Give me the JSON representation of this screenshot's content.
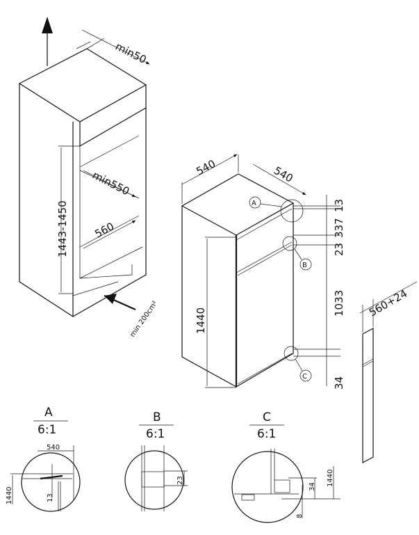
{
  "niche": {
    "vent_top": "min50",
    "depth": "min550",
    "width": "560",
    "height": "1443-1450",
    "vent_bottom": "min 200cm²"
  },
  "appliance": {
    "width": "540",
    "depth": "540",
    "height": "1440",
    "marker_a": "A",
    "marker_b": "B",
    "marker_c": "C",
    "dim_top": "13",
    "dim_upper_door": "337",
    "dim_gap": "23",
    "dim_lower_door": "1033",
    "dim_bottom": "34"
  },
  "door_panel": {
    "width": "560+24"
  },
  "details": [
    {
      "label": "A",
      "scale": "6:1",
      "dims": [
        "540",
        "1440",
        "13"
      ]
    },
    {
      "label": "B",
      "scale": "6:1",
      "dims": [
        "23"
      ]
    },
    {
      "label": "C",
      "scale": "6:1",
      "dims": [
        "34",
        "1440",
        "8"
      ]
    }
  ]
}
